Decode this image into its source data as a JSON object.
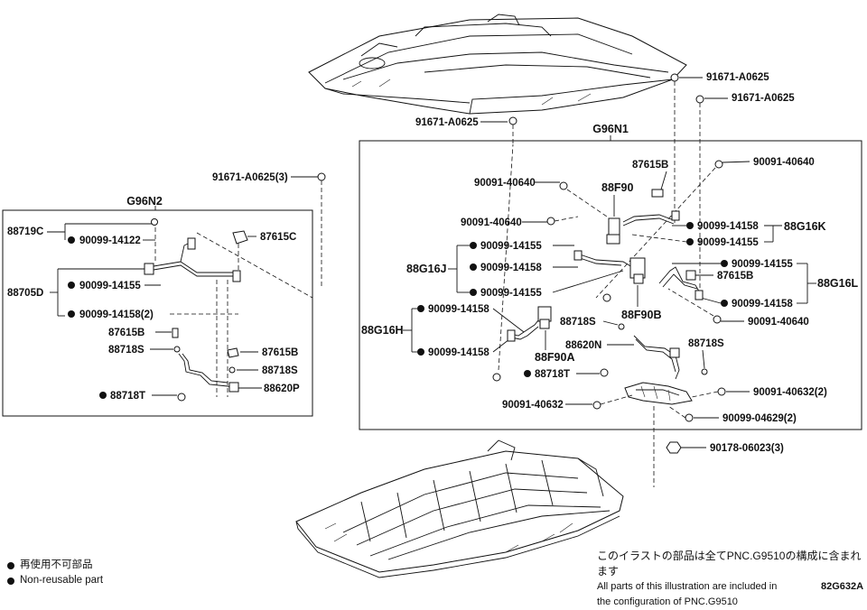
{
  "box_left_title": "G96N2",
  "box_right_title": "G96N1",
  "labels_left": {
    "l1": "88719C",
    "l2": "90099-14122",
    "l3": "87615C",
    "l4": "88705D",
    "l5": "90099-14155",
    "l6": "90099-14158(2)",
    "l7": "87615B",
    "l8": "88718S",
    "l9": "87615B",
    "l10": "88718S",
    "l11": "88620P",
    "l12": "88718T"
  },
  "labels_top": {
    "t1": "91671-A0625(3)",
    "t2": "91671-A0625",
    "t3": "91671-A0625",
    "t4": "91671-A0625"
  },
  "labels_right": {
    "r1": "87615B",
    "r2": "90091-40640",
    "r3": "90091-40640",
    "r4": "88F90",
    "r5": "90091-40640",
    "r6": "90099-14158",
    "r7": "88G16K",
    "r8": "90099-14155",
    "r9": "90099-14155",
    "r10": "88G16J",
    "r11": "90099-14158",
    "r12": "90099-14155",
    "r13": "90099-14155",
    "r14": "87615B",
    "r15": "88G16L",
    "r16": "90099-14158",
    "r17": "90099-14158",
    "r18": "88F90B",
    "r19": "90091-40640",
    "r20": "88G16H",
    "r21": "88718S",
    "r22": "88620N",
    "r23": "88718S",
    "r24": "90099-14158",
    "r25": "88F90A",
    "r26": "88718T",
    "r27": "90091-40632",
    "r28": "90091-40632(2)",
    "r29": "90099-04629(2)",
    "r30": "90178-06023(3)"
  },
  "legend": {
    "jp": "再使用不可部品",
    "en": "Non-reusable part"
  },
  "note": {
    "jp": "このイラストの部品は全てPNC.G9510の構成に含まれます",
    "en1": "All parts of this illustration are included in",
    "en2": "the configuration of PNC.G9510"
  },
  "ref_code": "82G632A"
}
